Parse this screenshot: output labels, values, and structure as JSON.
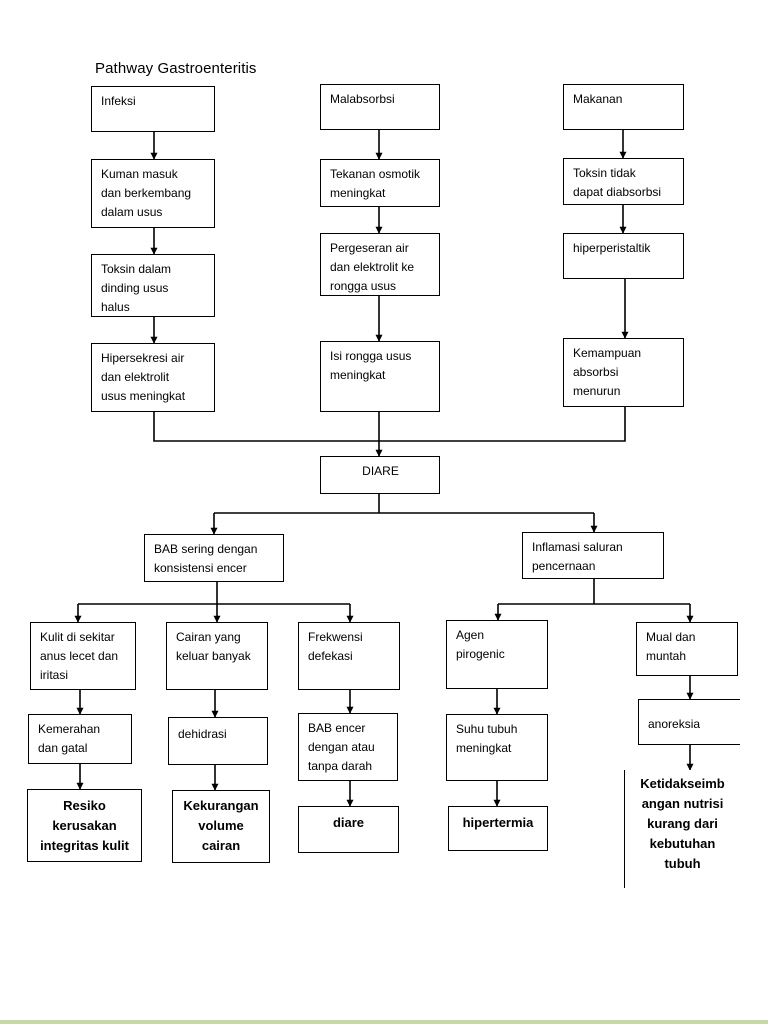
{
  "title": "Pathway Gastroenteritis",
  "columns": {
    "left": [
      "Infeksi",
      "Kuman masuk\ndan berkembang\ndalam usus",
      "Toksin dalam\ndinding usus\nhalus",
      "Hipersekresi air\ndan elektrolit\nusus meningkat"
    ],
    "middle": [
      "Malabsorbsi",
      "Tekanan osmotik\nmeningkat",
      "Pergeseran air\ndan elektrolit ke\nrongga usus",
      "Isi rongga usus\nmeningkat"
    ],
    "right": [
      "Makanan",
      "Toksin tidak\ndapat diabsorbsi",
      "hiperperistaltik",
      "Kemampuan\nabsorbsi\nmenurun"
    ]
  },
  "center": "DIARE",
  "branches": {
    "bab": "BAB sering dengan\nkonsistensi encer",
    "inflamasi": "Inflamasi saluran\npencernaan"
  },
  "level3": {
    "kulit": "Kulit di sekitar\nanus lecet dan\niritasi",
    "cairan": "Cairan yang\nkeluar banyak",
    "frekwensi": "Frekwensi\ndefekasi",
    "agen": "Agen\npirogenic",
    "mual": "Mual dan\nmuntah"
  },
  "level4": {
    "kemerahan": "Kemerahan\ndan gatal",
    "dehidrasi": "dehidrasi",
    "bab_encer": "BAB encer\ndengan atau\ntanpa darah",
    "suhu": "Suhu tubuh\nmeningkat",
    "anoreksia": "anoreksia"
  },
  "outcomes": {
    "resiko": "Resiko\nkerusakan\nintegritas kulit",
    "kekurangan": "Kekurangan\nvolume\ncairan",
    "diare": "diare",
    "hipertermia": "hipertermia",
    "nutrisi": "Ketidakseimb\nangan nutrisi\nkurang dari\nkebutuhan\ntubuh"
  }
}
